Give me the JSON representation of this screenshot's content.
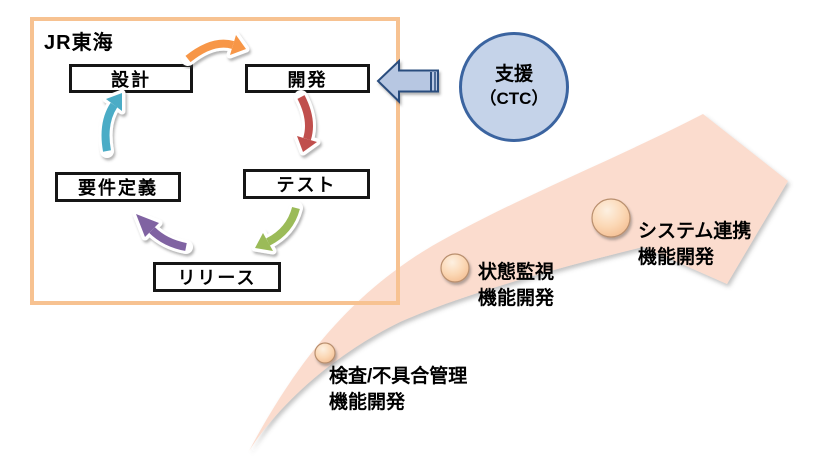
{
  "diagram": {
    "cycle_panel": {
      "title": "JR東海",
      "border_color": "#f7c291",
      "steps": [
        {
          "label": "設計"
        },
        {
          "label": "開発"
        },
        {
          "label": "テスト"
        },
        {
          "label": "リリース"
        },
        {
          "label": "要件定義"
        }
      ],
      "arrows": [
        {
          "from": "設計",
          "to": "開発",
          "color": "#f79646"
        },
        {
          "from": "開発",
          "to": "テスト",
          "color": "#c0504d"
        },
        {
          "from": "テスト",
          "to": "リリース",
          "color": "#9bbb59"
        },
        {
          "from": "リリース",
          "to": "要件定義",
          "color": "#8064a2"
        },
        {
          "from": "要件定義",
          "to": "設計",
          "color": "#4bacc6"
        }
      ]
    },
    "support_badge": {
      "line1": "支援",
      "line2": "（CTC）",
      "fill": "#c5d3e9",
      "border_color": "#3b64a0"
    },
    "support_arrow": {
      "direction": "left",
      "fill": "#b7c7e2",
      "border_color": "#2a4d7e"
    },
    "growth_arrow": {
      "fill": "#fbdcce"
    },
    "milestones": [
      {
        "line1": "検査/不具合管理",
        "line2": "機能開発",
        "marker_radius": 10
      },
      {
        "line1": "状態監視",
        "line2": "機能開発",
        "marker_radius": 14
      },
      {
        "line1": "システム連携",
        "line2": "機能開発",
        "marker_radius": 19
      }
    ]
  }
}
